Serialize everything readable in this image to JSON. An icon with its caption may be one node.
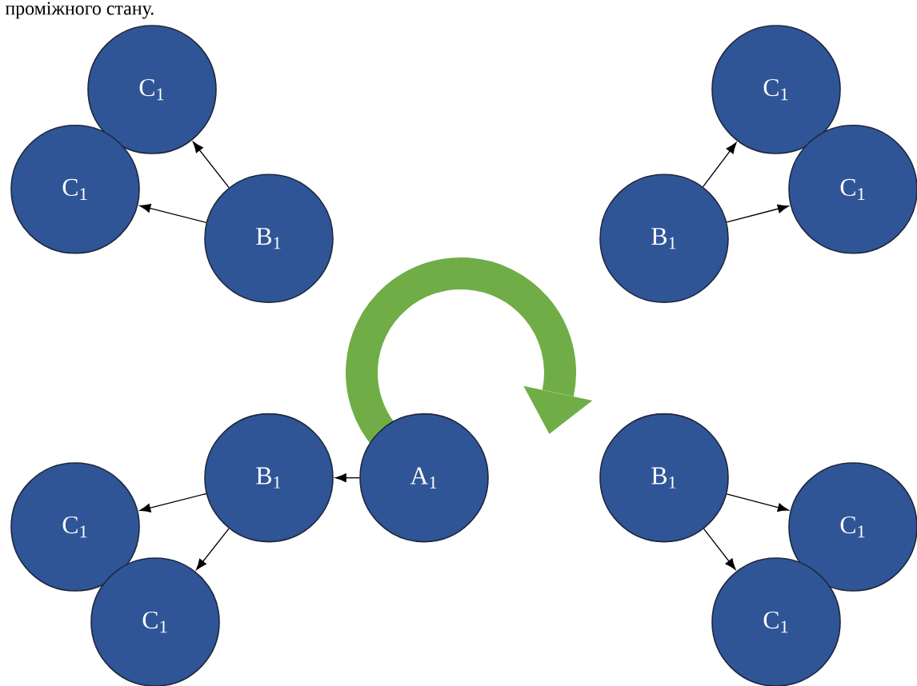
{
  "diagram": {
    "nodes": [
      {
        "text": [
          "C$_{1}$"
        ]
      },
      {
        "text": [
          "C$_{1}$"
        ]
      },
      {
        "text": [
          "C$_{1}$"
        ]
      },
      {
        "text": [
          "C$_{1}$"
        ]
      },
      {
        "text": [
          "B$_{1}$"
        ]
      },
      {
        "text": [
          "B$_{1}$"
        ]
      },
      {
        "text": [
          "B$_{1}$"
        ]
      },
      {
        "text": [
          "A$_{1}$"
        ]
      },
      {
        "text": [
          "B$_{1}$"
        ]
      },
      {
        "text": [
          "C$_{1}$"
        ]
      },
      {
        "text": [
          "C$_{1}$"
        ]
      },
      {
        "text": [
          "C$_{1}$"
        ]
      },
      {
        "text": [
          "C$_{1}$"
        ]
      }
    ],
    "edges": [
      {
        "from": 4,
        "to": 0,
        "arrow": "to"
      },
      {
        "from": 4,
        "to": 2,
        "arrow": "to"
      },
      {
        "from": 5,
        "to": 1,
        "arrow": "to"
      },
      {
        "from": 5,
        "to": 3,
        "arrow": "to"
      },
      {
        "from": 7,
        "to": 6,
        "arrow": "to"
      },
      {
        "from": 6,
        "to": 9,
        "arrow": "to"
      },
      {
        "from": 6,
        "to": 11,
        "arrow": "to"
      },
      {
        "from": 8,
        "to": 10,
        "arrow": "to"
      },
      {
        "from": 8,
        "to": 12,
        "arrow": "to"
      }
    ],
    "labels": [
      "проміжного стану."
    ]
  }
}
